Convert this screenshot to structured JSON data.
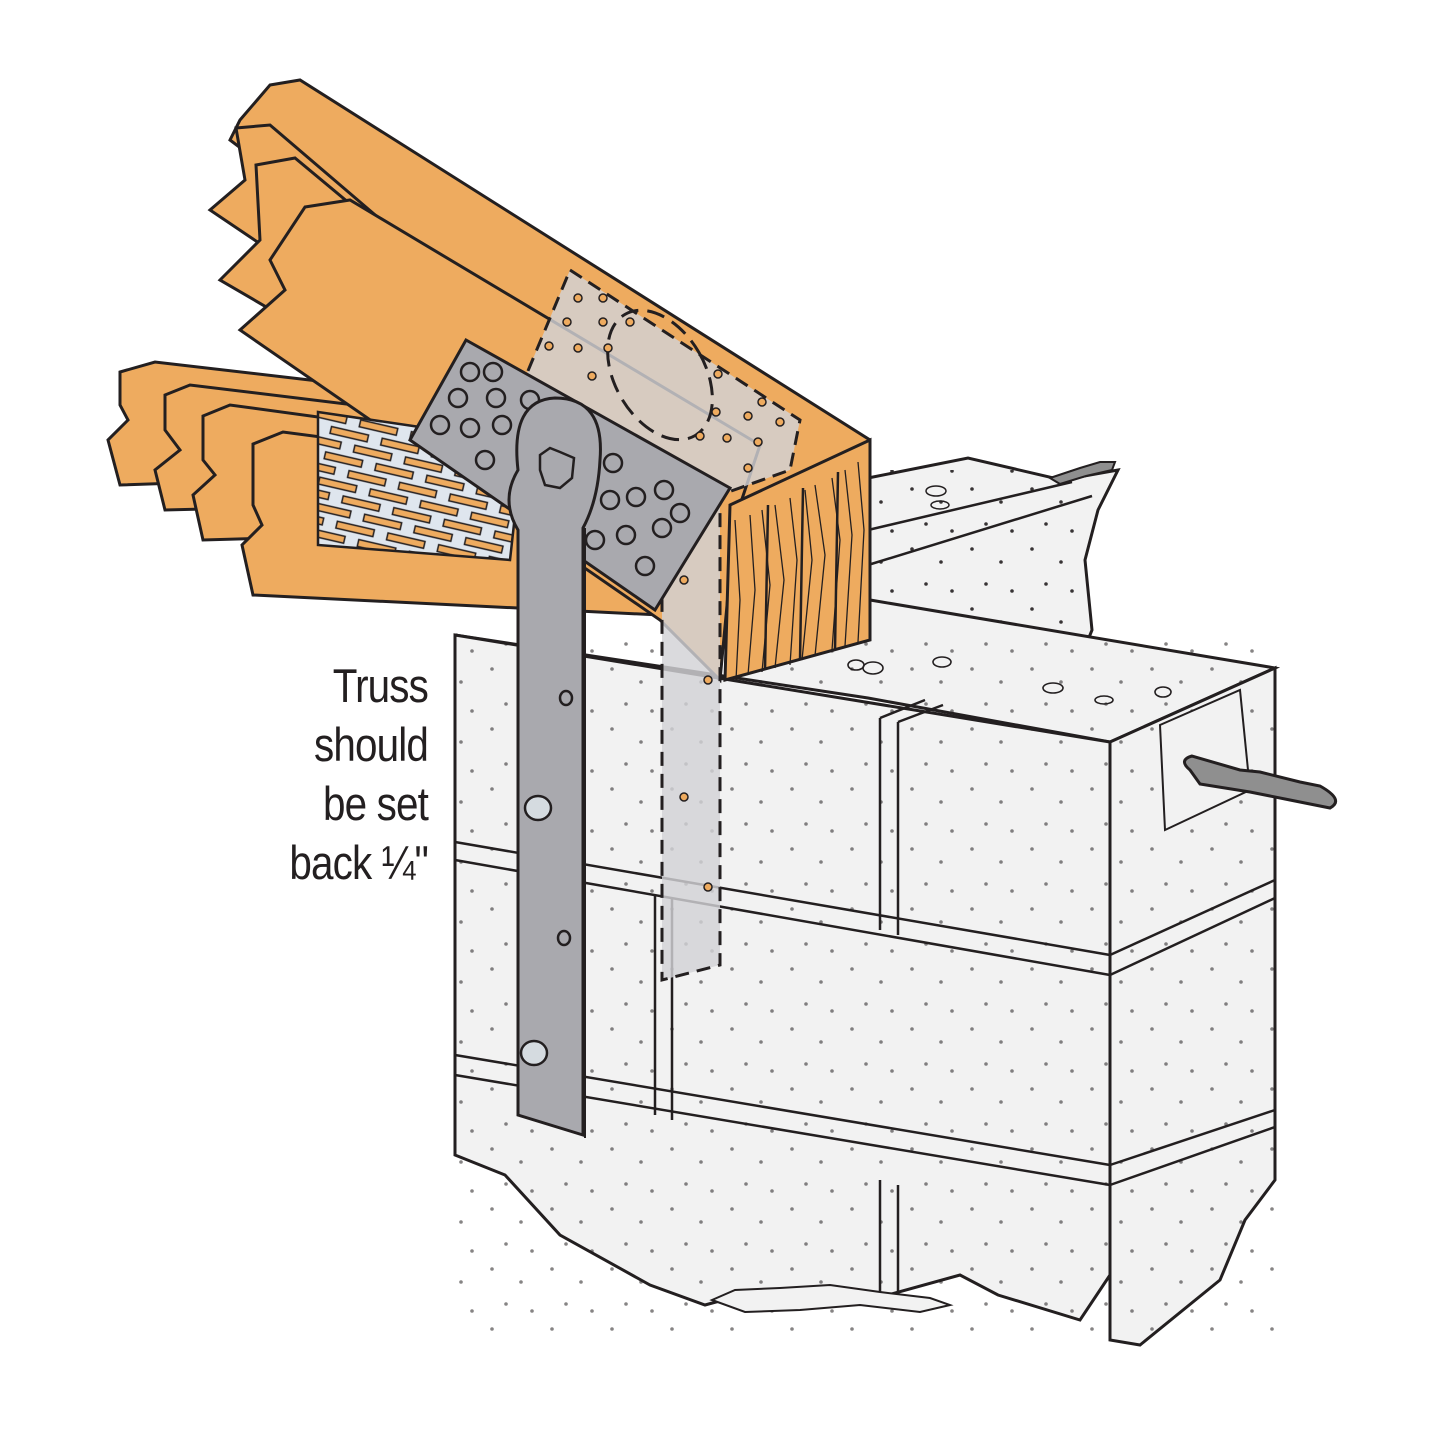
{
  "diagram": {
    "type": "installation-illustration",
    "subject": "Hurricane tie strap connecting wood truss to concrete masonry wall",
    "colors": {
      "wood": "#eeab5f",
      "wood_outline": "#231f20",
      "steel_strap": "#a9a9ae",
      "steel_plate_hidden": "#d2d2d6",
      "concrete": "#f2f2f2",
      "rebar": "#8f8f8f",
      "background": "#ffffff"
    },
    "components": [
      {
        "name": "truss-top-chord",
        "material": "wood",
        "plies": 4
      },
      {
        "name": "truss-bottom-chord",
        "material": "wood",
        "plies": 4
      },
      {
        "name": "truss-plate",
        "material": "galvanized steel",
        "type": "nail plate"
      },
      {
        "name": "gusset-plate",
        "material": "steel",
        "type": "bolted plate"
      },
      {
        "name": "strap-connector",
        "material": "steel",
        "fasteners": 4
      },
      {
        "name": "concealed-connector",
        "style": "dashed outline"
      },
      {
        "name": "cmu-wall",
        "material": "concrete masonry",
        "courses": 3
      },
      {
        "name": "rebar",
        "count": 2
      }
    ]
  },
  "callout": {
    "lines": [
      "Truss",
      "should",
      "be set",
      "back ¼\""
    ]
  }
}
